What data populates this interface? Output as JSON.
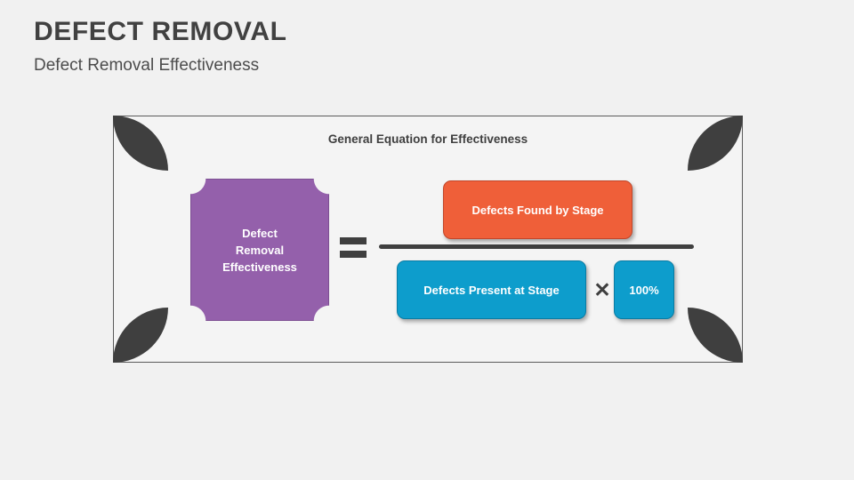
{
  "slide": {
    "title": "DEFECT REMOVAL",
    "subtitle": "Defect Removal Effectiveness",
    "background_color": "#f1f1f1"
  },
  "panel": {
    "heading": "General Equation for Effectiveness",
    "border_color": "#5a5a5a",
    "corner_ornament_color": "#3f3f3f",
    "fill_color": "#f4f4f4"
  },
  "equation": {
    "result_label": "Defect\nRemoval\nEffectiveness",
    "result_color": "#9460ab",
    "equals_symbol": "=",
    "numerator": {
      "label": "Defects Found by Stage",
      "color": "#ef5f39"
    },
    "denominator": {
      "label": "Defects Present at Stage",
      "color": "#0d9dcc"
    },
    "multiply_symbol": "✕",
    "multiplier": {
      "label": "100%",
      "color": "#0d9dcc"
    },
    "fraction_bar_color": "#3f3f3f"
  }
}
